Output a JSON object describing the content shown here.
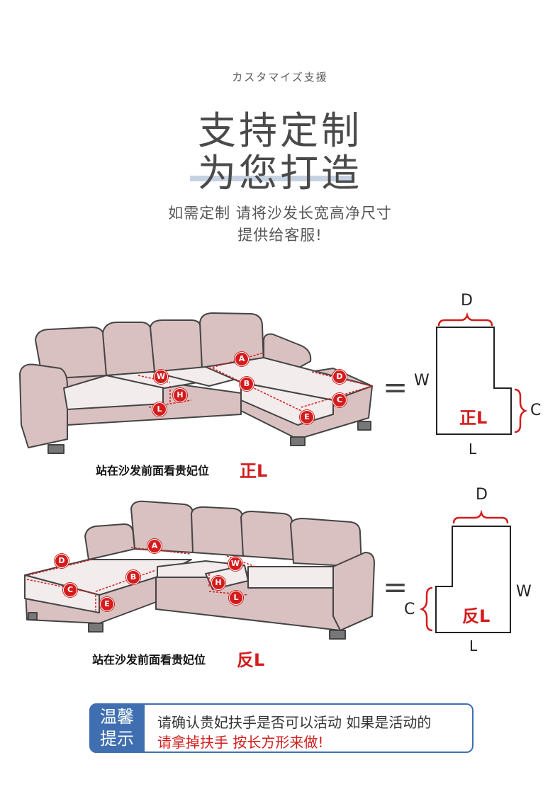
{
  "header": {
    "subtitle_jp": "カスタマイズ支援",
    "title_line1": "支持定制",
    "title_line2": "为您打造",
    "desc_line1": "如需定制 请将沙发长宽高净尺寸",
    "desc_line2": "提供给客服!"
  },
  "diagram_right": {
    "caption": "站在沙发前面看贵妃位",
    "type_label": "正L",
    "markers": [
      "A",
      "B",
      "C",
      "D",
      "E",
      "W",
      "H",
      "L"
    ],
    "shape_labels": {
      "d": "D",
      "w": "W",
      "c": "C",
      "l": "L",
      "inner": "正L"
    }
  },
  "diagram_left": {
    "caption": "站在沙发前面看贵妃位",
    "type_label": "反L",
    "markers": [
      "A",
      "B",
      "C",
      "D",
      "E",
      "W",
      "H",
      "L"
    ],
    "shape_labels": {
      "d": "D",
      "w": "W",
      "c": "C",
      "l": "L",
      "inner": "反L"
    }
  },
  "equals": "=",
  "tip": {
    "badge_line1": "温馨",
    "badge_line2": "提示",
    "line1": "请确认贵妃扶手是否可以活动 如果是活动的",
    "line2": "请拿掉扶手 按长方形来做!"
  },
  "colors": {
    "sofa_fill": "#d9c1c1",
    "sofa_cushion": "#f2ecec",
    "marker_red": "#d41c1c",
    "tip_blue": "#3f6fb0",
    "title_gray": "#4a4a4a"
  }
}
